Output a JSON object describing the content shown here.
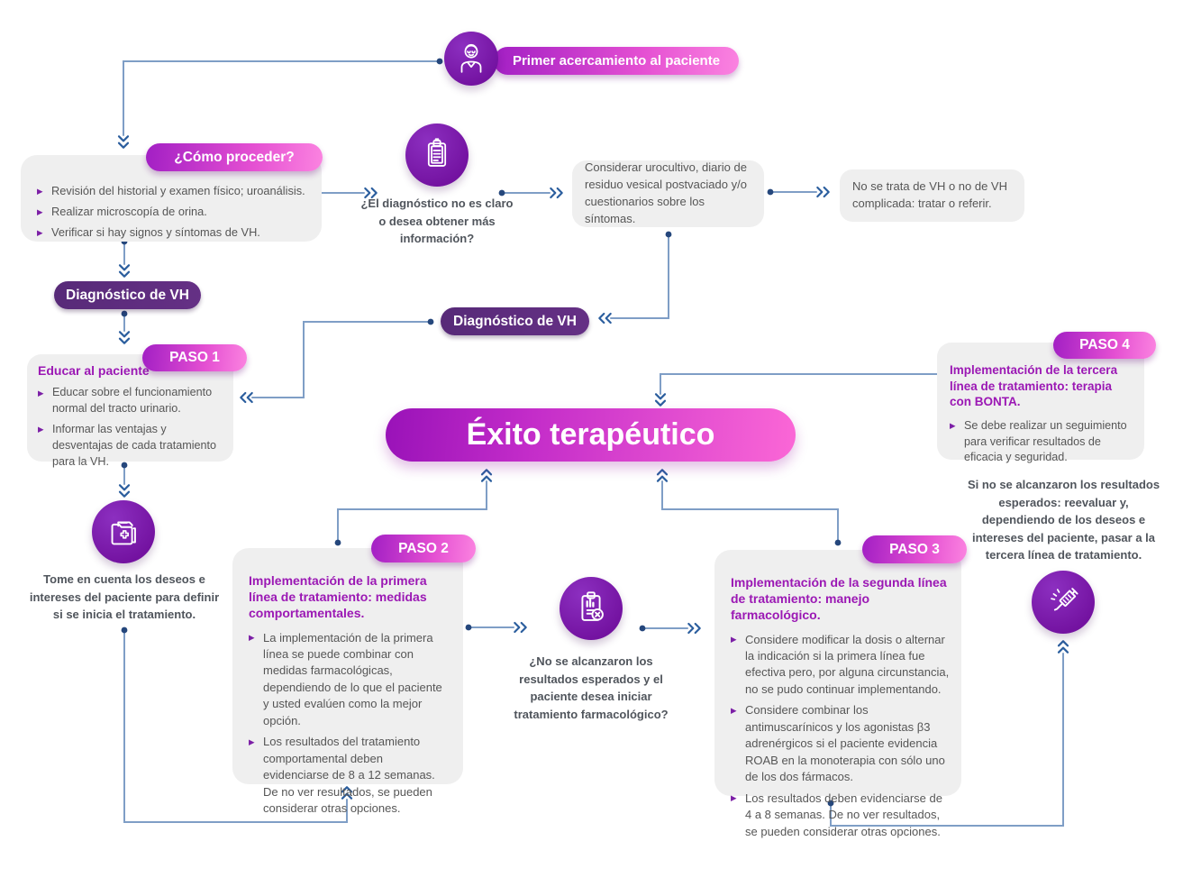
{
  "colors": {
    "accent_purple": "#7c1fa6",
    "pill_gradient_start": "#a21fc4",
    "pill_gradient_end": "#fb83e0",
    "dark_pill_purple": "#5c2a7d",
    "title_purple": "#9b18b4",
    "box_gray": "#efefef",
    "connector_blue": "#7f9ec6",
    "chevron_blue": "#2b5e9e",
    "text_gray": "#565656"
  },
  "nodes": {
    "start": {
      "icon": "doctor-icon",
      "label": "Primer acercamiento al paciente"
    },
    "como_proceder": {
      "title": "¿Cómo proceder?",
      "bullets": [
        "Revisión del historial y examen físico; uroanálisis.",
        "Realizar microscopía de orina.",
        "Verificar si hay signos y síntomas de VH."
      ]
    },
    "diagnostico_pregunta": {
      "icon": "clipboard-icon",
      "text": "¿El diagnóstico no es claro o desea obtener más información?"
    },
    "considerar": {
      "text": "Considerar urocultivo, diario de residuo vesical postvaciado y/o cuestionarios sobre los síntomas."
    },
    "no_vh": {
      "text": "No se trata de VH o no de VH complicada: tratar o referir."
    },
    "diagnostico_vh_izquierda": {
      "label": "Diagnóstico de VH"
    },
    "diagnostico_vh_centro": {
      "label": "Diagnóstico de VH"
    },
    "exito_terapeutico": {
      "label": "Éxito terapéutico"
    },
    "deseos_paciente": {
      "icon": "medical-folder-icon",
      "text": "Tome en cuenta los deseos e intereses del paciente para definir si se inicia el tratamiento."
    },
    "resultados_pregunta": {
      "icon": "clipboard-x-icon",
      "text": "¿No se alcanzaron los resultados esperados y el paciente desea iniciar tratamiento farmacológico?"
    },
    "tercera_linea_nota": {
      "icon": "syringe-icon",
      "text": "Si no se alcanzaron los resultados esperados: reevaluar y, dependiendo de los deseos e intereses del paciente, pasar a la tercera línea de tratamiento."
    }
  },
  "steps": {
    "paso1": {
      "badge": "PASO 1",
      "title": "Educar al paciente",
      "bullets": [
        "Educar sobre el funcionamiento normal del tracto urinario.",
        "Informar las ventajas y desventajas de cada tratamiento para la VH."
      ]
    },
    "paso2": {
      "badge": "PASO 2",
      "title": "Implementación de la primera línea de tratamiento: medidas comportamentales.",
      "bullets": [
        "La implementación de la primera línea se puede combinar con medidas farmacológicas, dependiendo de lo que el paciente y usted evalúen como la mejor opción.",
        "Los resultados del tratamiento comportamental deben evidenciarse de 8 a 12 semanas. De no ver resultados, se pueden considerar otras opciones."
      ]
    },
    "paso3": {
      "badge": "PASO 3",
      "title": "Implementación de la segunda línea de tratamiento: manejo farmacológico.",
      "bullets": [
        "Considere modificar la dosis o alternar la indicación si la primera línea fue efectiva pero, por alguna circunstancia, no se pudo continuar implementando.",
        "Considere combinar los antimuscarínicos y los agonistas β3 adrenérgicos si el paciente evidencia ROAB en la monoterapia con sólo uno de los dos fármacos.",
        "Los resultados deben evidenciarse de 4 a 8 semanas. De no ver resultados, se pueden considerar otras opciones."
      ]
    },
    "paso4": {
      "badge": "PASO 4",
      "title": "Implementación de la tercera línea de tratamiento: terapia con BONTA.",
      "bullets": [
        "Se debe realizar un seguimiento para verificar resultados de eficacia y seguridad."
      ]
    }
  }
}
